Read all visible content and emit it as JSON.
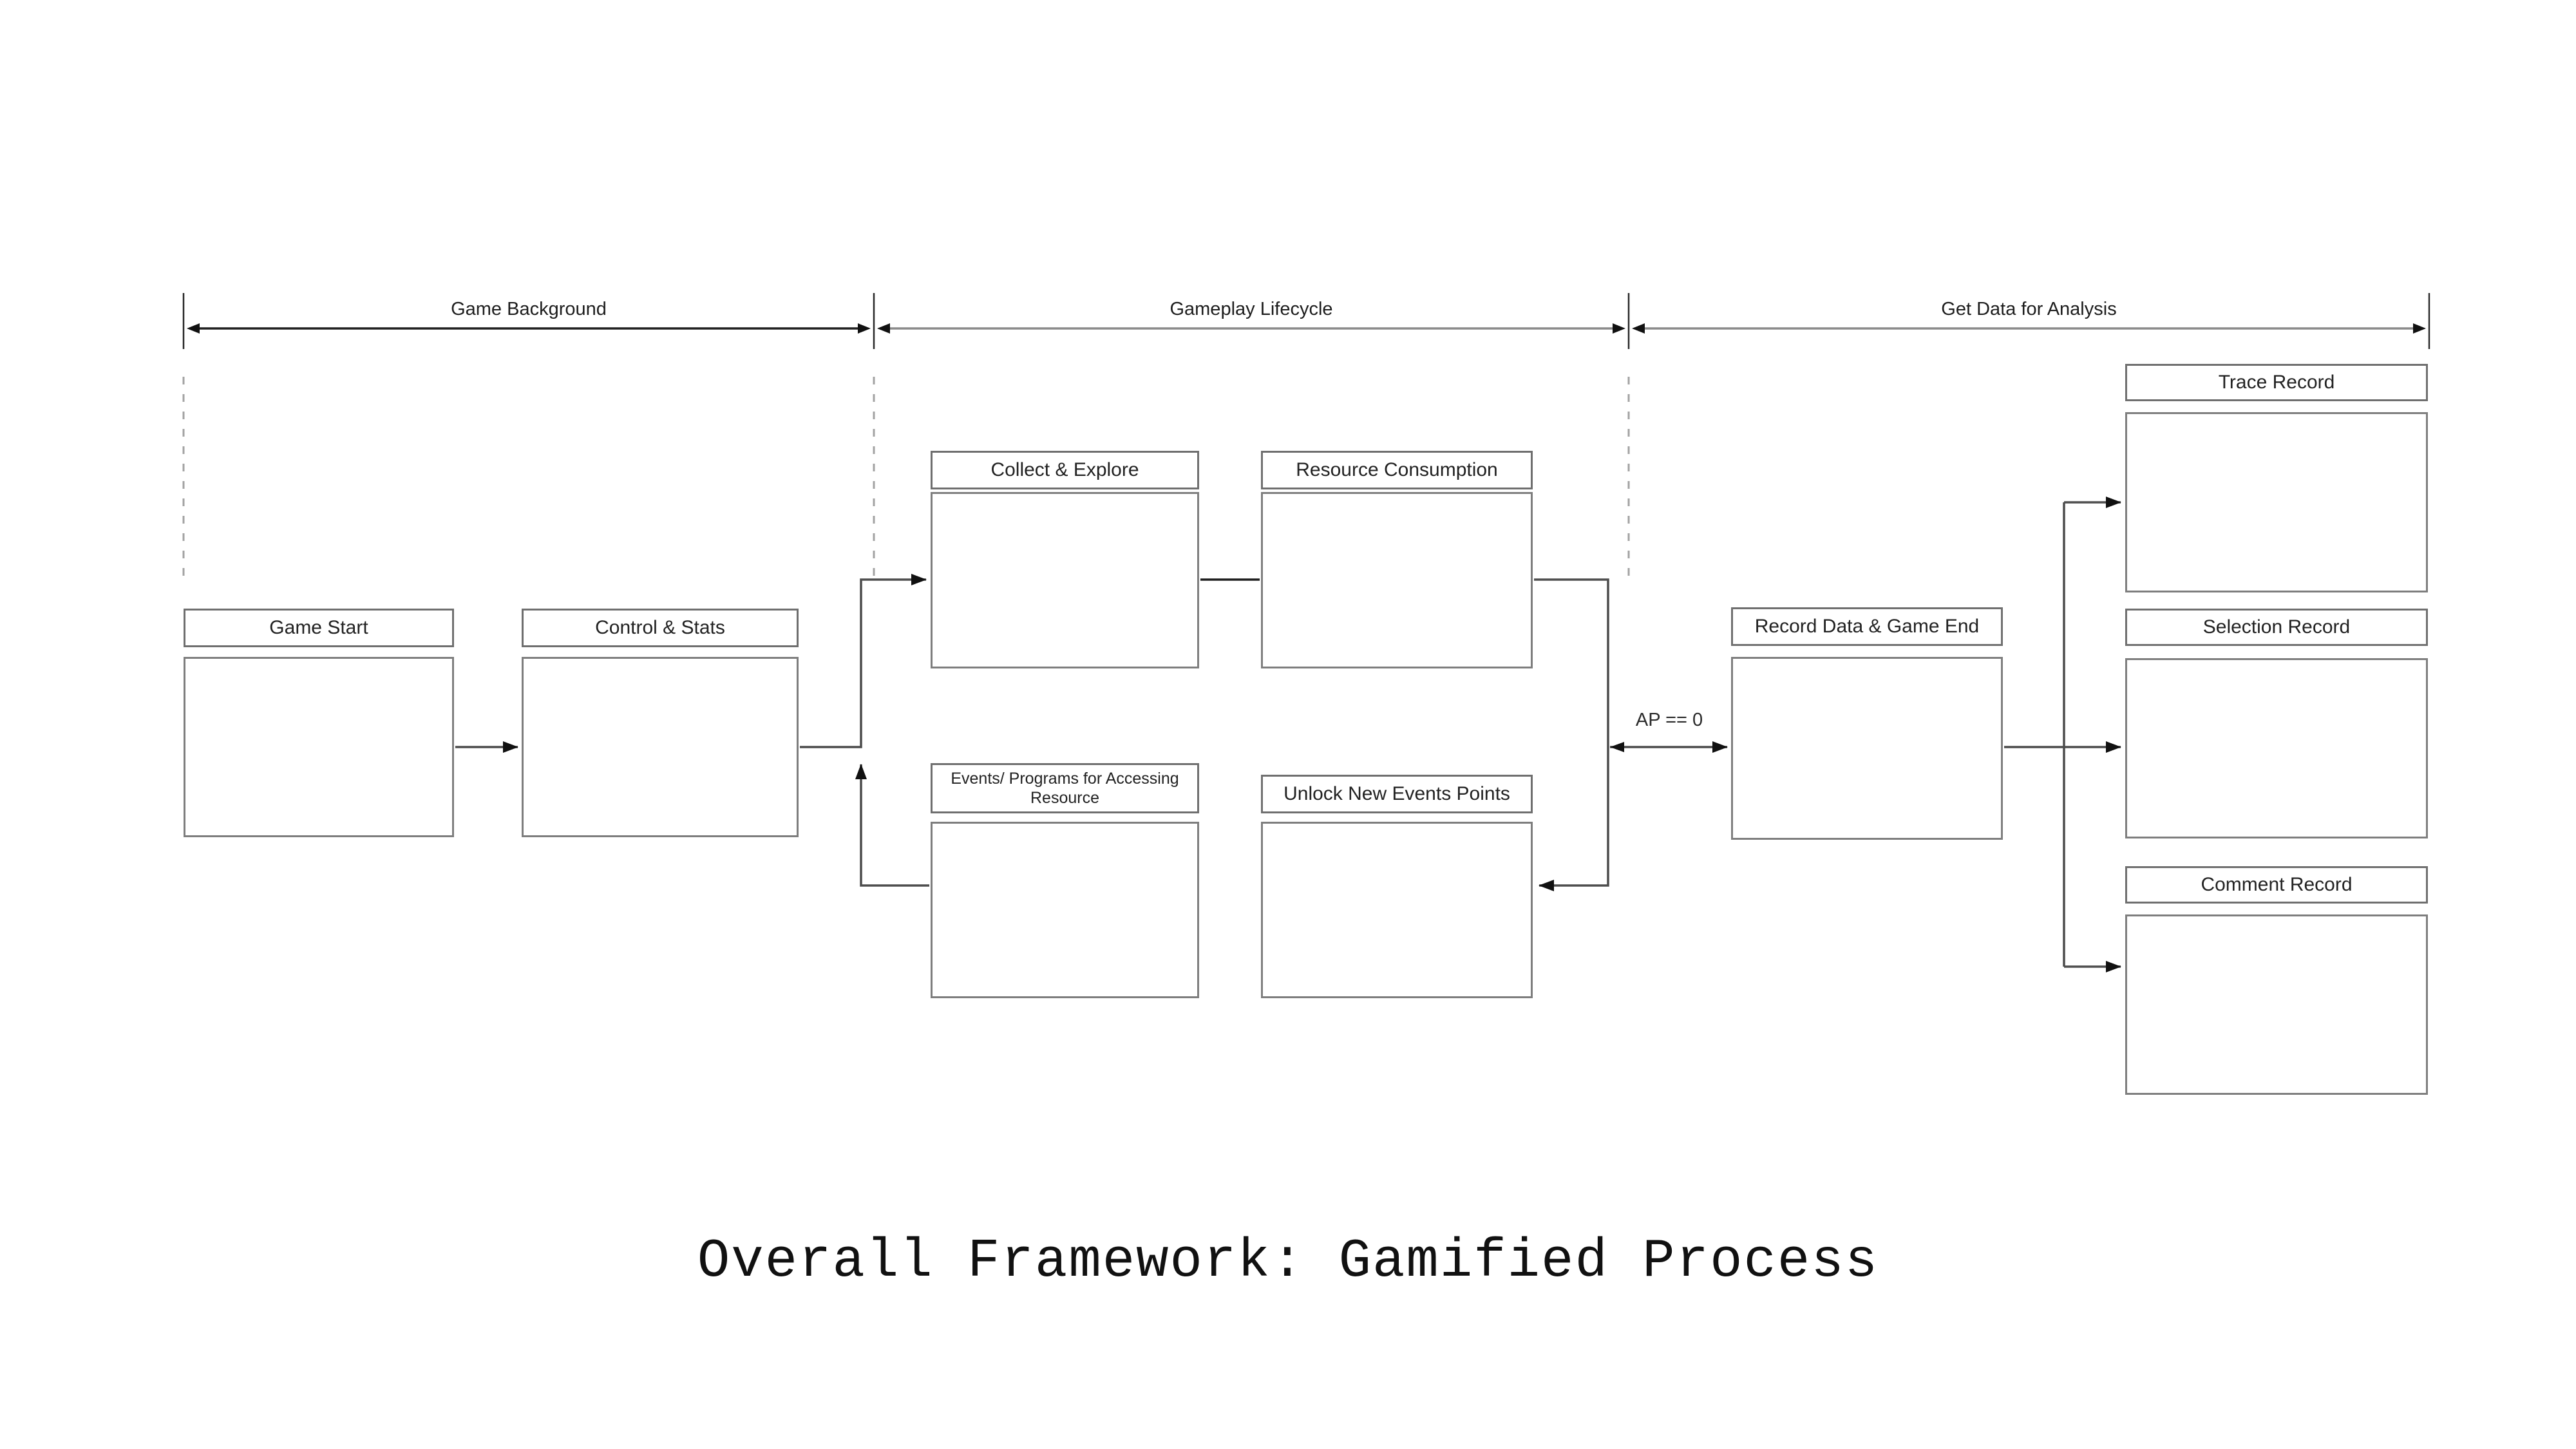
{
  "title": "Overall Framework: Gamified Process",
  "sections": [
    {
      "label": "Game Background"
    },
    {
      "label": "Gameplay Lifecycle"
    },
    {
      "label": "Get Data for Analysis"
    }
  ],
  "nodes": {
    "game_start": {
      "label": "Game Start"
    },
    "control_stats": {
      "label": "Control & Stats"
    },
    "collect_explore": {
      "label": "Collect & Explore"
    },
    "resource_consumption": {
      "label": "Resource Consumption"
    },
    "events_programs": {
      "label": "Events/ Programs for Accessing Resource"
    },
    "unlock_new_events": {
      "label": "Unlock New Events Points"
    },
    "record_data": {
      "label": "Record Data & Game End"
    },
    "trace_record": {
      "label": "Trace Record"
    },
    "selection_record": {
      "label": "Selection Record"
    },
    "comment_record": {
      "label": "Comment Record"
    }
  },
  "annotations": {
    "ap_condition": "AP == 0"
  },
  "colors": {
    "background": "#ffffff",
    "box_border": "#7e7e7e",
    "connector": "#4d4d4d",
    "arrowhead": "#111111",
    "section_line_dark": "#1f1f1f",
    "section_line_gray": "#8a8a8a",
    "dashed_guide": "#a3a3a3",
    "text": "#1f1f1f"
  }
}
